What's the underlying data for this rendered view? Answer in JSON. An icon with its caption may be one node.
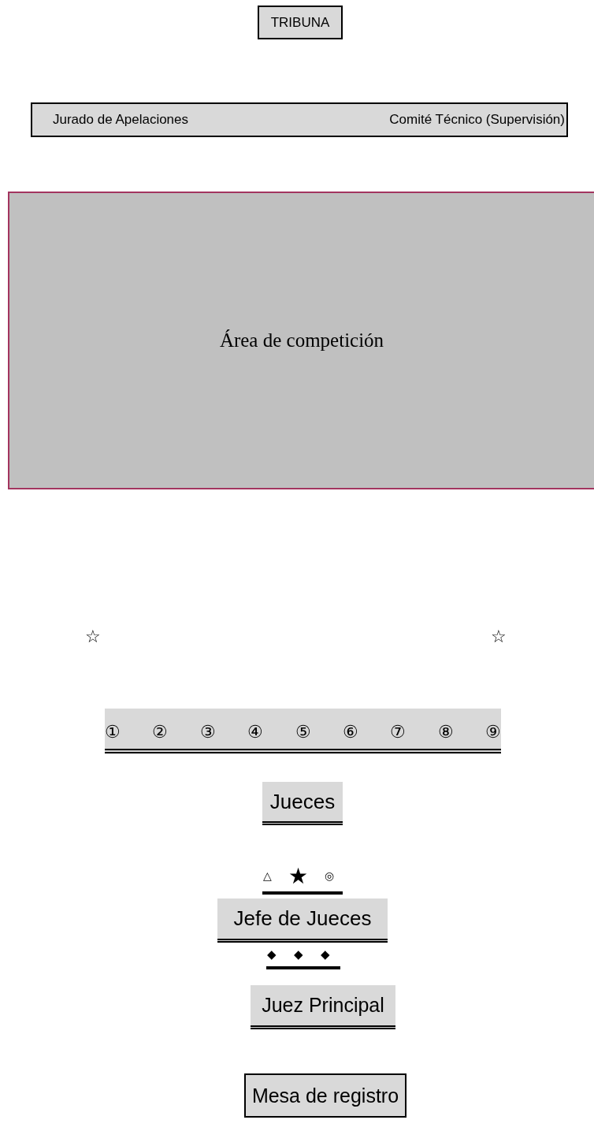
{
  "diagram": {
    "nodes": [
      {
        "text": [
          "TRIBUNA"
        ]
      },
      {
        "text": [
          "Jurado de Apelaciones",
          "Comité Técnico (Supervisión)"
        ]
      },
      {
        "text": [
          "Área de competición"
        ]
      },
      {
        "text": [
          "①",
          "②",
          "③",
          "④",
          "⑤",
          "⑥",
          "⑦",
          "⑧",
          "⑨"
        ]
      },
      {
        "text": [
          "Jueces"
        ]
      },
      {
        "text": [
          "Jefe de Jueces"
        ]
      },
      {
        "text": [
          "Juez Principal"
        ]
      },
      {
        "text": [
          "Mesa de registro"
        ]
      }
    ],
    "labels": [
      "☆",
      "☆",
      "△",
      "★",
      "◎",
      "◆",
      "◆",
      "◆"
    ]
  }
}
